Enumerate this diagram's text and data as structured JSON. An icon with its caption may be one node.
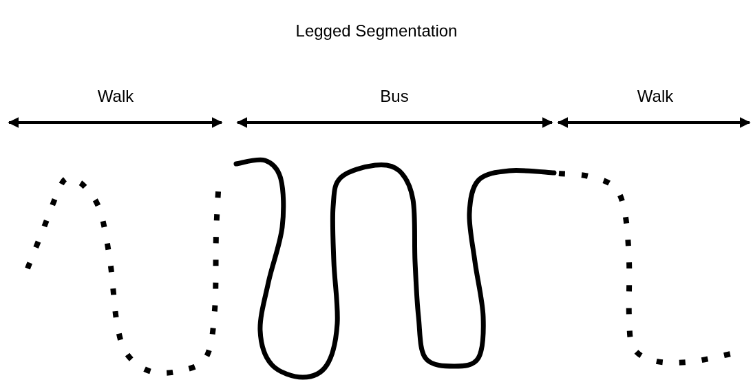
{
  "diagram": {
    "title": "Legged Segmentation",
    "labels": [
      "Walk",
      "Bus",
      "Walk"
    ]
  }
}
